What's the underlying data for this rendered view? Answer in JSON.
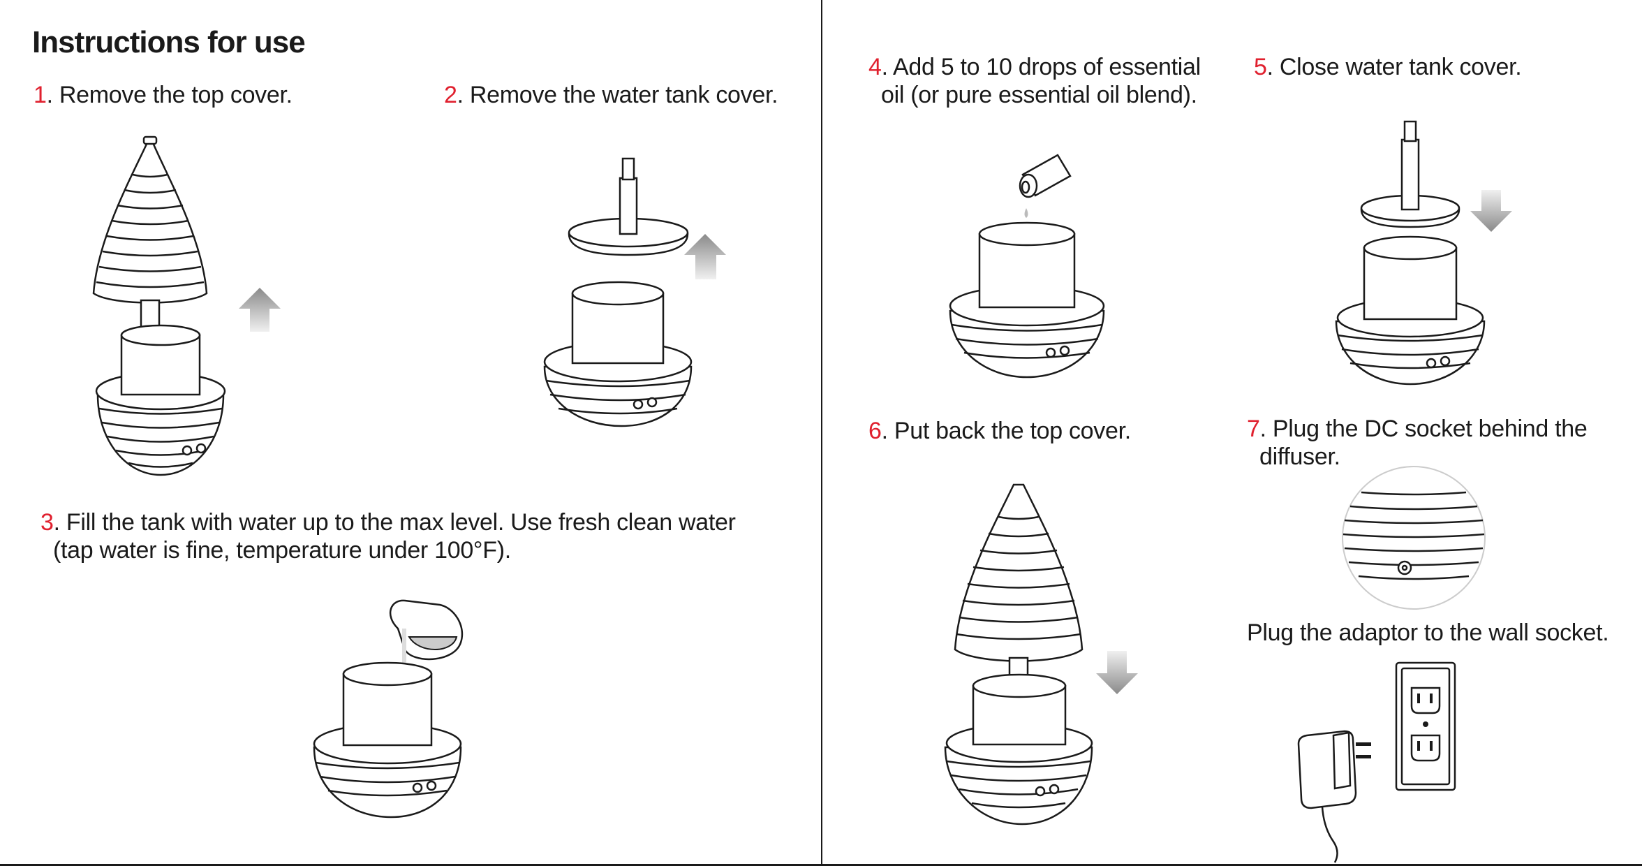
{
  "title": "Instructions for use",
  "steps": [
    {
      "number": "1",
      "lines": [
        ". Remove the top cover."
      ]
    },
    {
      "number": "2",
      "lines": [
        ". Remove the water tank cover."
      ]
    },
    {
      "number": "3",
      "lines": [
        ". Fill the tank with water up to the max level. Use fresh clean water",
        "(tap water is fine, temperature under 100°F)."
      ]
    },
    {
      "number": "4",
      "lines": [
        ". Add 5 to 10 drops of essential",
        "oil (or pure essential oil blend)."
      ]
    },
    {
      "number": "5",
      "lines": [
        ". Close water tank cover."
      ]
    },
    {
      "number": "6",
      "lines": [
        ". Put back the top cover."
      ]
    },
    {
      "number": "7",
      "lines": [
        ". Plug the DC socket behind the",
        "diffuser."
      ]
    }
  ],
  "adaptor_caption": "Plug the adaptor to the wall socket.",
  "colors": {
    "accent": "#e0202e",
    "ink": "#1a1a1a",
    "arrow_dark": "#8a8a8a",
    "arrow_light": "#f0f0f0"
  },
  "icons": [
    "diffuser-with-top-cover",
    "diffuser-tank-open",
    "water-tank-cover",
    "up-arrow",
    "down-arrow",
    "pitcher",
    "oil-bottle",
    "dc-socket-closeup",
    "wall-outlet",
    "power-adaptor"
  ]
}
